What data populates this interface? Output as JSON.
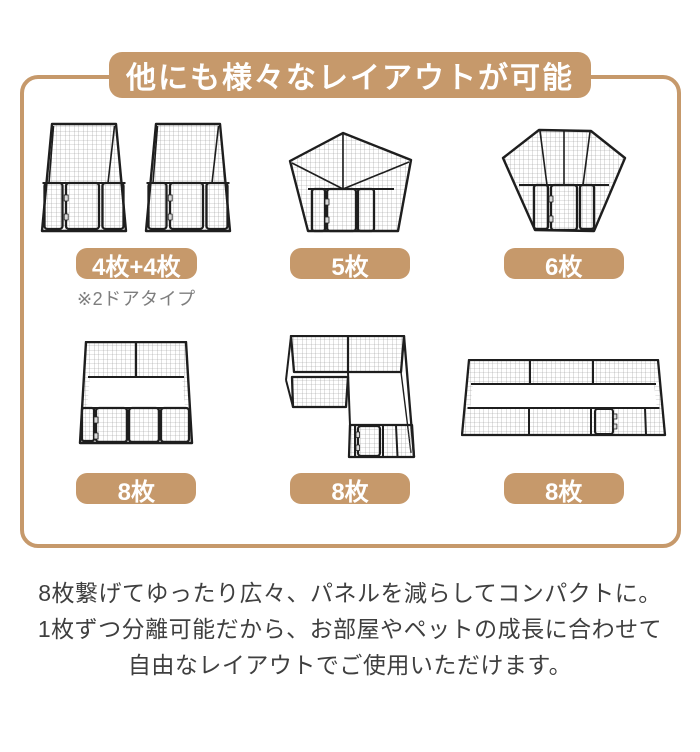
{
  "colors": {
    "accent_tan": "#c6996b",
    "frame_border": "#c6996b",
    "pill_text": "#ffffff",
    "note_gray": "#7e7e7e",
    "body_text": "#3f3f3f",
    "fence_outline": "#1e1e1e",
    "fence_mesh": "#9a9a9a"
  },
  "banner": {
    "title": "他にも様々なレイアウトが可能"
  },
  "layouts": {
    "row1": [
      {
        "label": "4枚+4枚",
        "note": "※2ドアタイプ",
        "figure": "two-square-pens-4-panels-each-with-doors"
      },
      {
        "label": "5枚",
        "figure": "pentagon-pen-5-panels-with-door"
      },
      {
        "label": "6枚",
        "figure": "hexagon-pen-6-panels-with-door"
      }
    ],
    "row2": [
      {
        "label": "8枚",
        "figure": "large-square-pen-8-panels-with-door"
      },
      {
        "label": "8枚",
        "figure": "l-shaped-pen-8-panels-with-door"
      },
      {
        "label": "8枚",
        "figure": "long-rectangle-pen-8-panels-with-door"
      }
    ]
  },
  "description": {
    "line1": "8枚繋げてゆったり広々、パネルを減らしてコンパクトに。",
    "line2": "1枚ずつ分離可能だから、お部屋やペットの成長に合わせて",
    "line3": "自由なレイアウトでご使用いただけます。"
  }
}
